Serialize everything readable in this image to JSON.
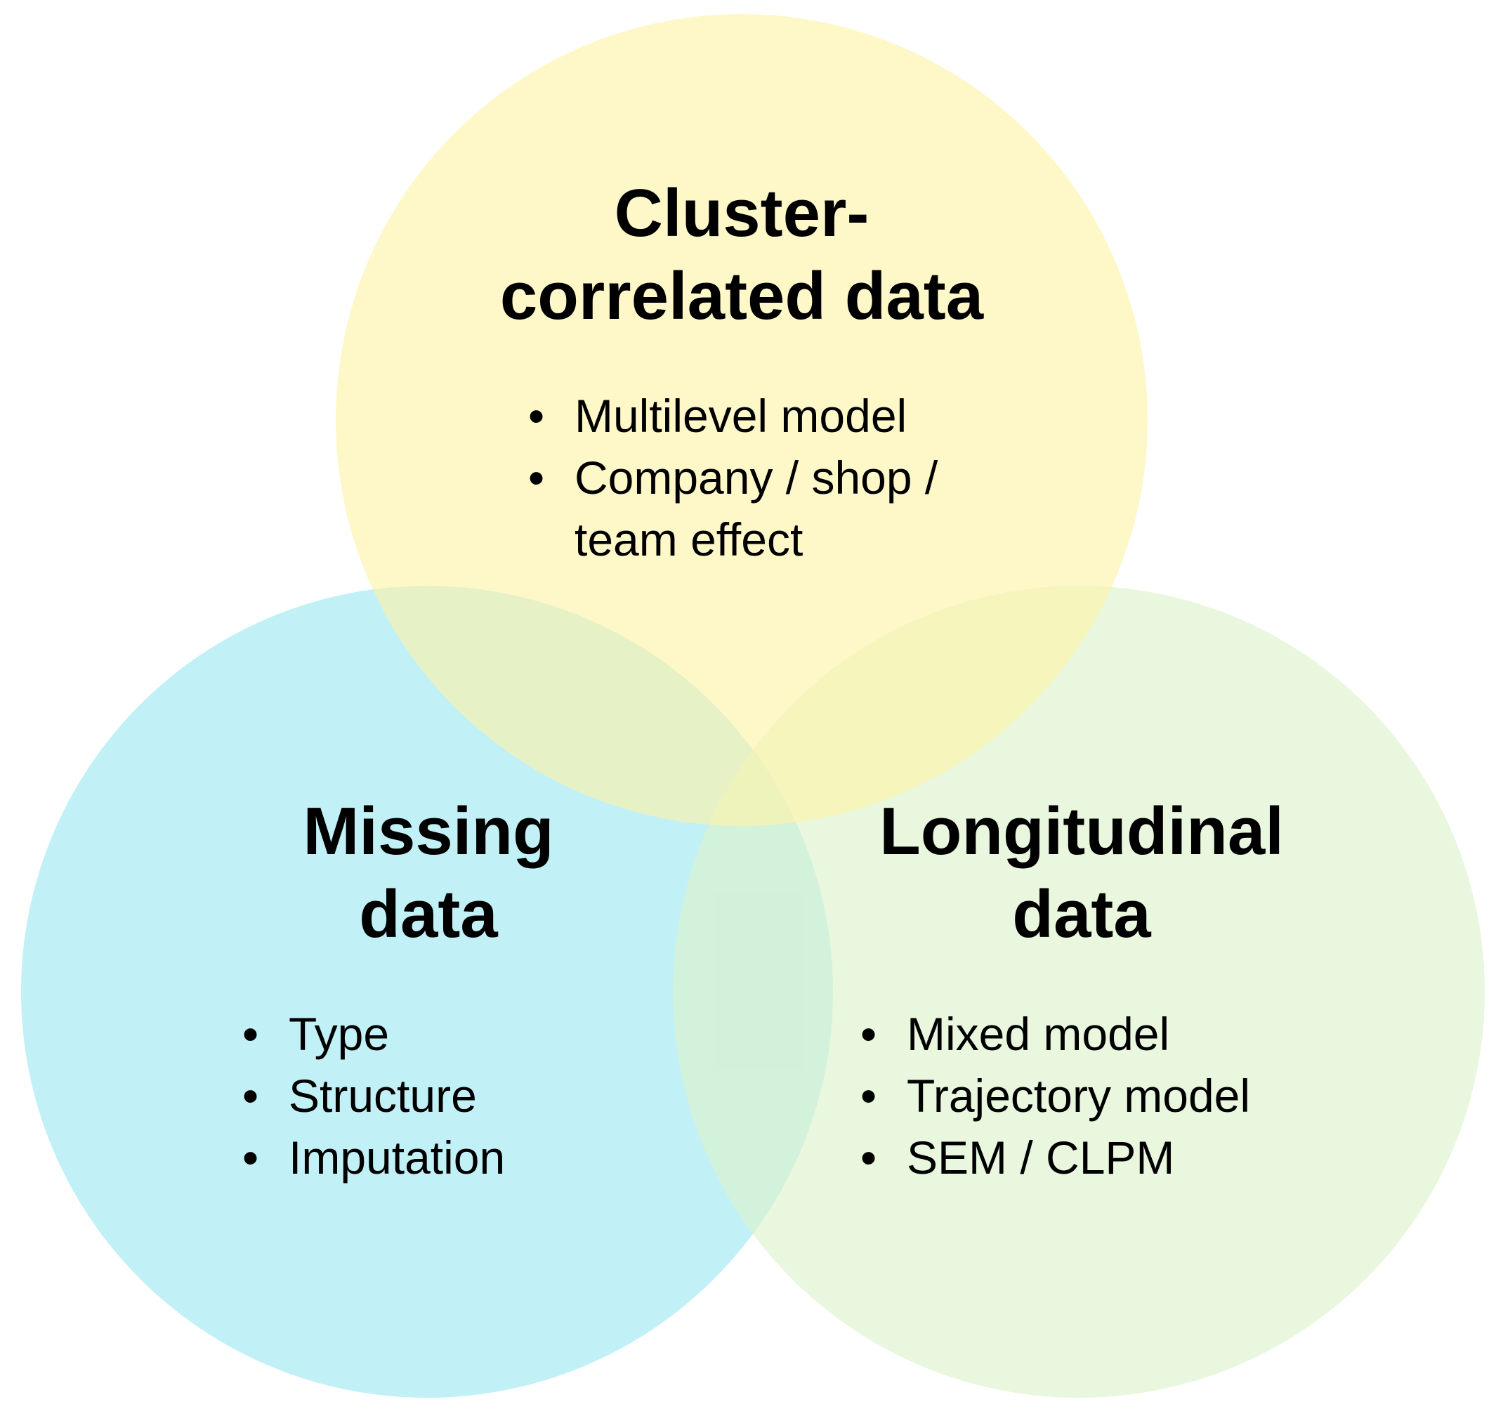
{
  "circles": [
    {
      "id": "cluster",
      "fill": "#fef3a8",
      "title_lines": [
        "Cluster-",
        "correlated data"
      ],
      "items": [
        "Multilevel model",
        "Company / shop /",
        "team effect"
      ]
    },
    {
      "id": "missing",
      "fill": "#9fe8f2",
      "title_lines": [
        "Missing",
        "data"
      ],
      "items": [
        "Type",
        "Structure",
        "Imputation"
      ]
    },
    {
      "id": "longitudinal",
      "fill": "#dcf2cc",
      "title_lines": [
        "Longitudinal",
        "data"
      ],
      "items": [
        "Mixed model",
        "Trajectory model",
        "SEM / CLPM"
      ]
    }
  ],
  "colors": {
    "cluster": "#fef3a8",
    "missing": "#9fe8f2",
    "longitudinal": "#dcf2cc"
  }
}
